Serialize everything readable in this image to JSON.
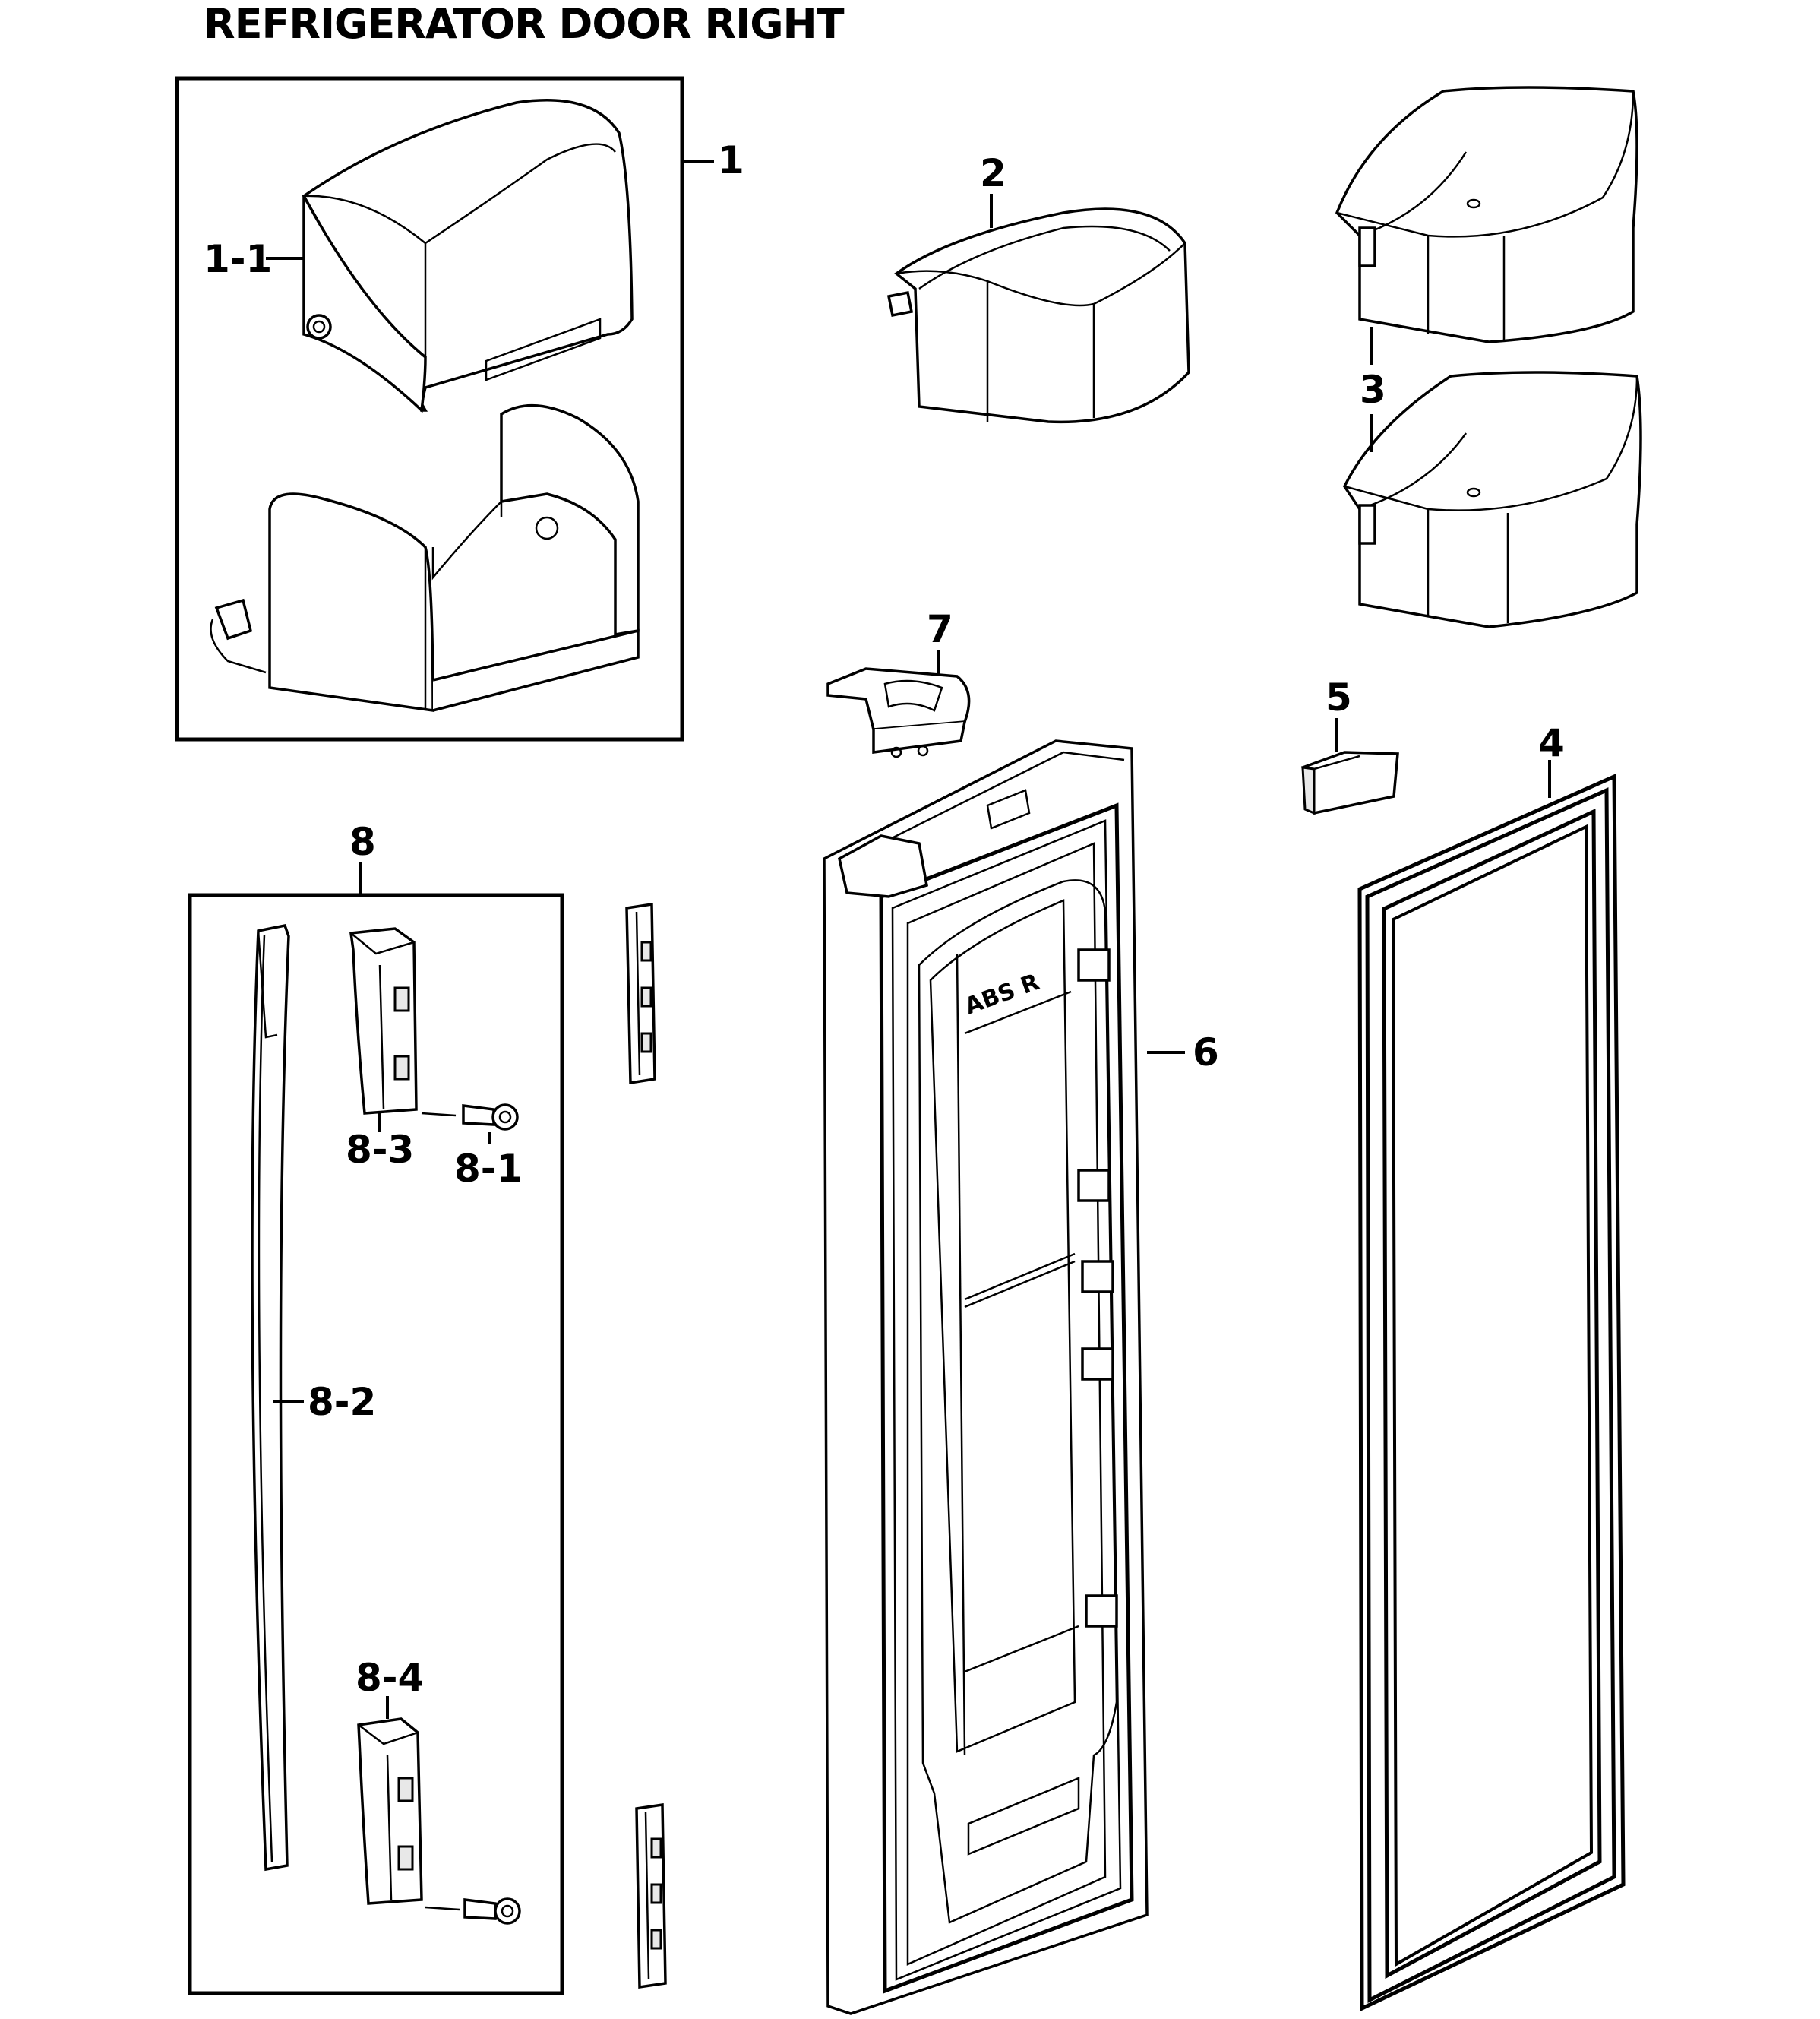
{
  "title": "REFRIGERATOR DOOR RIGHT",
  "callouts": {
    "p1": "1",
    "p1_1": "1-1",
    "p2": "2",
    "p3": "3",
    "p4": "4",
    "p5": "5",
    "p6": "6",
    "p7": "7",
    "p8": "8",
    "p8_1": "8-1",
    "p8_2": "8-2",
    "p8_3": "8-3",
    "p8_4": "8-4"
  },
  "door_liner_marking": "ABS R"
}
